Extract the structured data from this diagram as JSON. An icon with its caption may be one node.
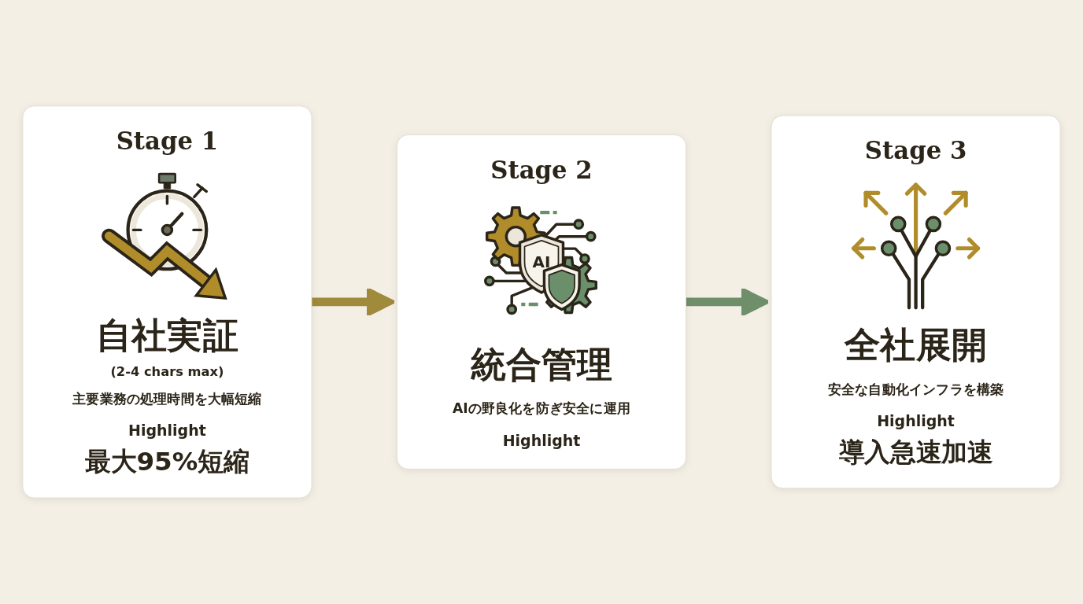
{
  "diagram": {
    "nodes": [
      {
        "text": [
          "Stage 1",
          "自社実証",
          "(2-4 chars max)",
          "主要業務の処理時間を大幅短縮",
          "Highlight",
          "最大95%短縮"
        ]
      },
      {
        "text": [
          "Stage 2",
          "統合管理",
          "AIの野良化を防ぎ安全に運用",
          "Highlight"
        ]
      },
      {
        "text": [
          "Stage 3",
          "全社展開",
          "安全な自動化インフラを構築",
          "Highlight",
          "導入急速加速"
        ]
      }
    ],
    "edges": [
      {
        "from": 0,
        "to": 1,
        "arrow": "to",
        "color": "#a08a3c"
      },
      {
        "from": 1,
        "to": 2,
        "arrow": "to",
        "color": "#6f8f6a"
      }
    ],
    "labels": [
      "AI"
    ]
  }
}
